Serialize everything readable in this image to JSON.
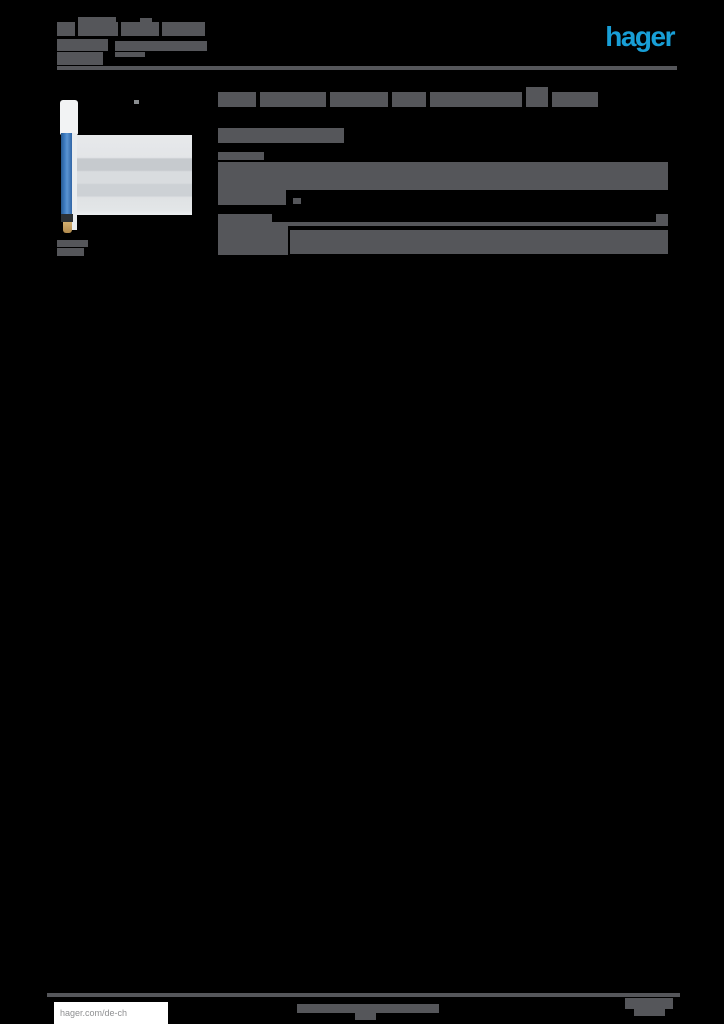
{
  "page": {
    "background": "#000000",
    "description_note": "Hager product datasheet page; body text rendered below legibility (shown as gray bars)"
  },
  "theme": {
    "bar_color": "#55565a",
    "accent_blue": "#189fd7",
    "footer_text_color": "#8f9092",
    "page_bg": "#000000"
  },
  "header": {
    "logo_text": "hager"
  },
  "footer": {
    "website": "hager.com/de-ch"
  }
}
